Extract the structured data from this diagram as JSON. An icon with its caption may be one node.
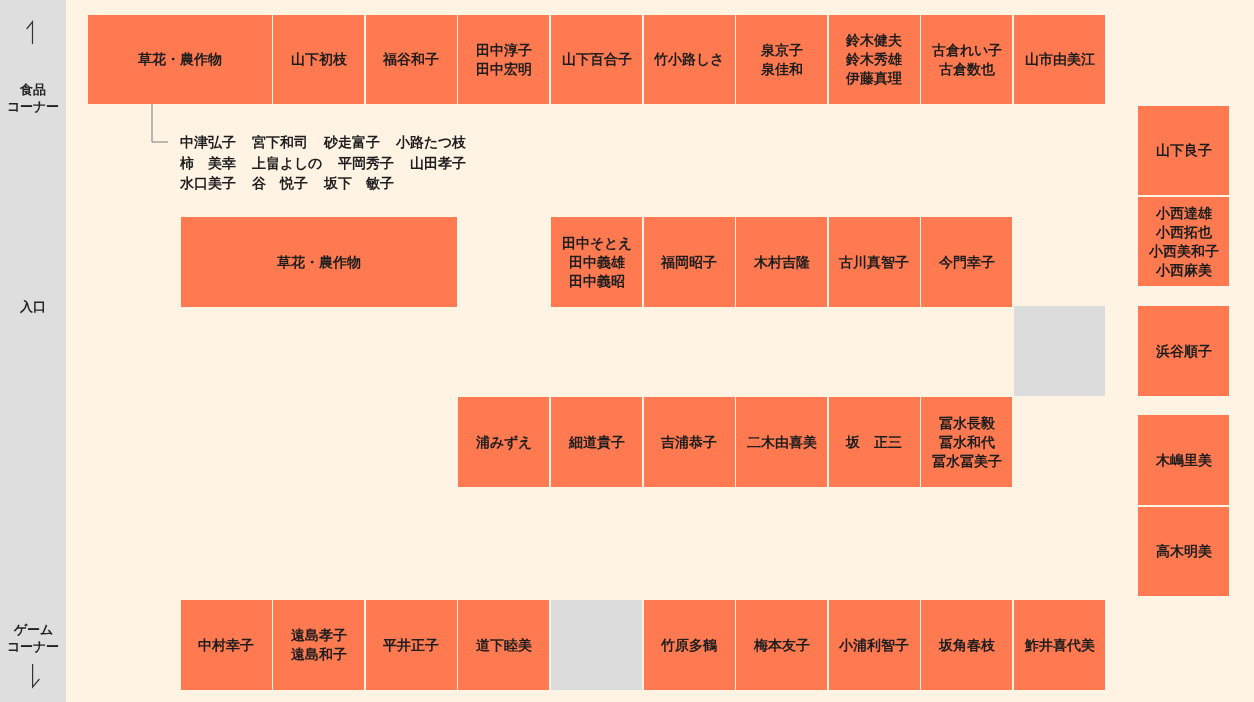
{
  "diagram": {
    "nodes": [
      {
        "text": [
          "食品コーナー",
          "入口",
          "ゲームコーナー"
        ]
      },
      {
        "text": [
          "草花・農作物"
        ]
      },
      {
        "text": [
          "山下初枝"
        ]
      },
      {
        "text": [
          "福谷和子"
        ]
      },
      {
        "text": [
          "田中淳子",
          "田中宏明"
        ]
      },
      {
        "text": [
          "山下百合子"
        ]
      },
      {
        "text": [
          "竹小路しさ"
        ]
      },
      {
        "text": [
          "泉京子",
          "泉佳和"
        ]
      },
      {
        "text": [
          "鈴木健夫",
          "鈴木秀雄",
          "伊藤真理"
        ]
      },
      {
        "text": [
          "古倉れい子",
          "古倉数也"
        ]
      },
      {
        "text": [
          "山市由美江"
        ]
      },
      {
        "text": [
          "中津弘子",
          "宮下和司",
          "砂走富子",
          "小路たつ枝",
          "柿　美幸",
          "上畠よしの",
          "平岡秀子",
          "山田孝子",
          "水口美子",
          "谷　悦子",
          "坂下　敏子"
        ]
      },
      {
        "text": [
          "草花・農作物"
        ]
      },
      {
        "text": [
          "田中そとえ",
          "田中義雄",
          "田中義昭"
        ]
      },
      {
        "text": [
          "福岡昭子"
        ]
      },
      {
        "text": [
          "木村吉隆"
        ]
      },
      {
        "text": [
          "古川真智子"
        ]
      },
      {
        "text": [
          "今門幸子"
        ]
      },
      {
        "text": [],
        "shape": "box"
      },
      {
        "text": [
          "浦みずえ"
        ]
      },
      {
        "text": [
          "細道貴子"
        ]
      },
      {
        "text": [
          "吉浦恭子"
        ]
      },
      {
        "text": [
          "二木由喜美"
        ]
      },
      {
        "text": [
          "坂　正三"
        ]
      },
      {
        "text": [
          "冨水長毅",
          "冨水和代",
          "冨水冨美子"
        ]
      },
      {
        "text": [
          "中村幸子"
        ]
      },
      {
        "text": [
          "遠島孝子",
          "遠島和子"
        ]
      },
      {
        "text": [
          "平井正子"
        ]
      },
      {
        "text": [
          "道下睦美"
        ]
      },
      {
        "text": [],
        "shape": "box"
      },
      {
        "text": [
          "竹原多鶴"
        ]
      },
      {
        "text": [
          "梅本友子"
        ]
      },
      {
        "text": [
          "小浦利智子"
        ]
      },
      {
        "text": [
          "坂角春枝"
        ]
      },
      {
        "text": [
          "鮓井喜代美"
        ]
      },
      {
        "text": [
          "山下良子"
        ]
      },
      {
        "text": [
          "小西達雄",
          "小西拓也",
          "小西美和子",
          "小西麻美"
        ]
      },
      {
        "text": [
          "浜谷順子"
        ]
      },
      {
        "text": [
          "木嶋里美"
        ]
      },
      {
        "text": [
          "高木明美"
        ]
      }
    ],
    "edges": [
      {
        "from": 11,
        "to": 1,
        "arrow": "none"
      }
    ]
  }
}
